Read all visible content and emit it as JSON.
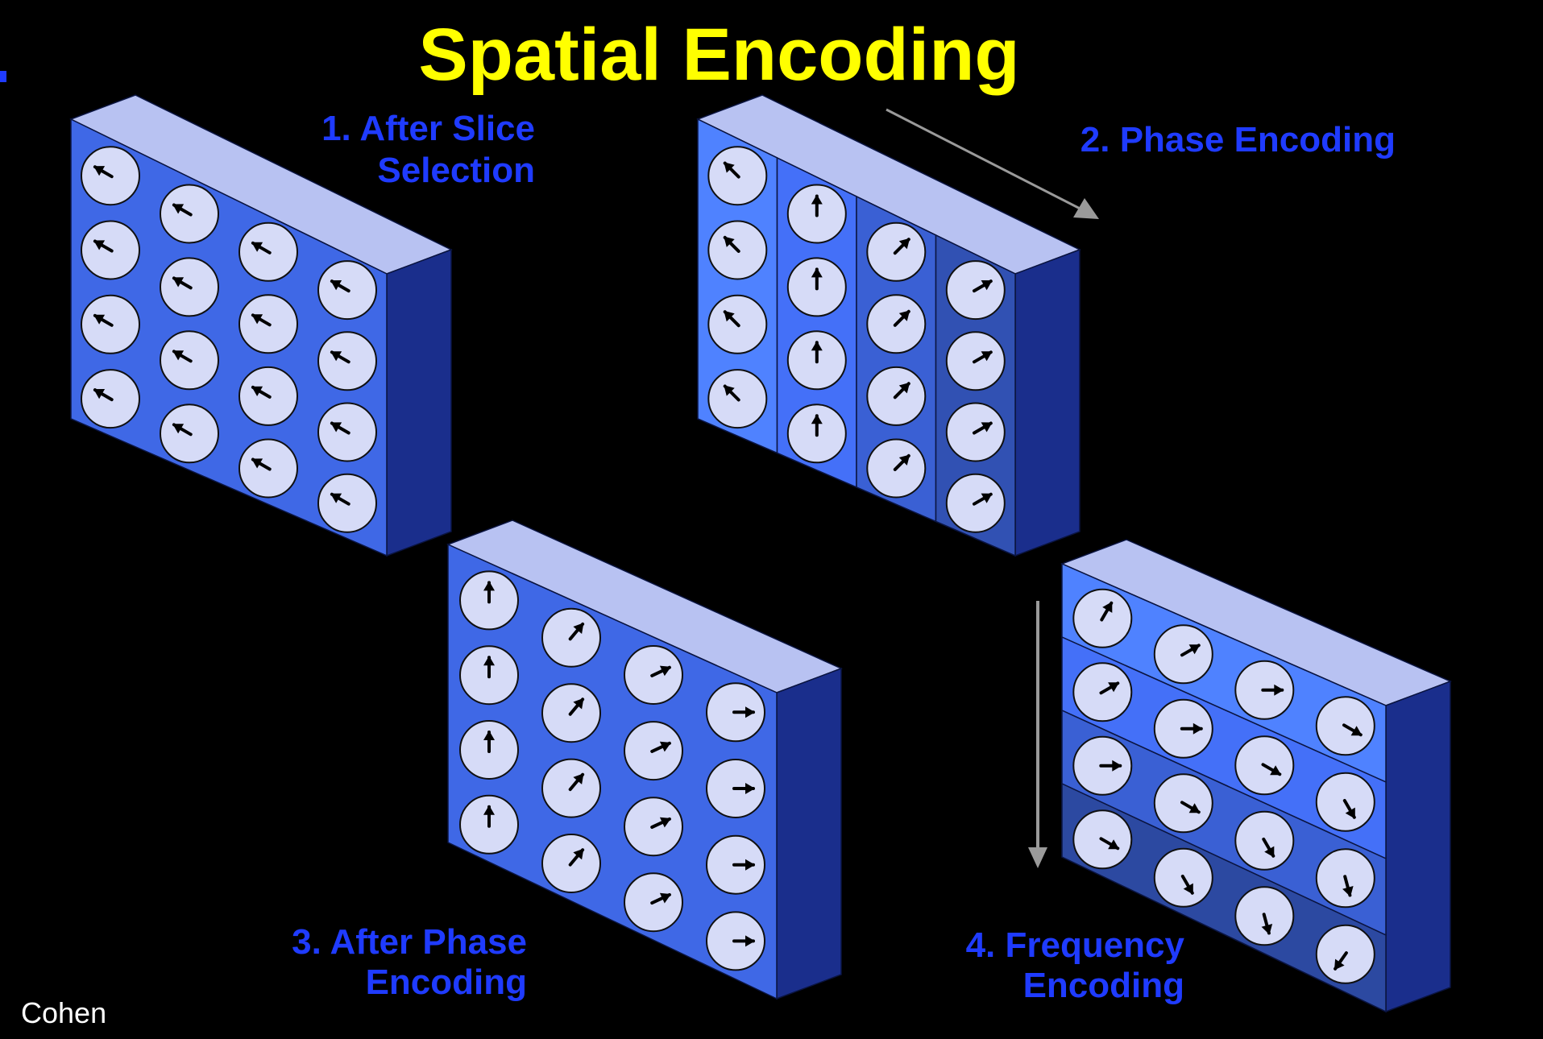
{
  "title": "Spatial Encoding",
  "credit": "Cohen",
  "colors": {
    "background": "#000000",
    "title": "#FFFF00",
    "label": "#1F3BFF",
    "block_top": "#B8C2F2",
    "block_front": "#3F68E6",
    "block_side": "#1A2E8C",
    "spin": "#D6DBF7",
    "arrow_line": "#9A9A9A",
    "credit": "#FFFFFF"
  },
  "panels": [
    {
      "id": "slice",
      "label_lines": [
        "1. After Slice",
        "Selection"
      ],
      "shading": "uniform",
      "angles": [
        [
          300,
          300,
          300,
          300
        ],
        [
          300,
          300,
          300,
          300
        ],
        [
          300,
          300,
          300,
          300
        ],
        [
          300,
          300,
          300,
          300
        ]
      ]
    },
    {
      "id": "phase",
      "label_lines": [
        "2. Phase Encoding"
      ],
      "shading": "columns",
      "angles": [
        [
          315,
          0,
          45,
          60
        ],
        [
          315,
          0,
          45,
          60
        ],
        [
          315,
          0,
          45,
          60
        ],
        [
          315,
          0,
          45,
          60
        ]
      ]
    },
    {
      "id": "after-phase",
      "label_lines": [
        "3. After Phase",
        "Encoding"
      ],
      "shading": "uniform",
      "angles": [
        [
          0,
          40,
          65,
          90
        ],
        [
          0,
          40,
          65,
          90
        ],
        [
          0,
          40,
          65,
          90
        ],
        [
          0,
          40,
          65,
          90
        ]
      ]
    },
    {
      "id": "frequency",
      "label_lines": [
        "4. Frequency",
        "Encoding"
      ],
      "shading": "rows",
      "angles": [
        [
          30,
          60,
          90,
          120
        ],
        [
          60,
          90,
          120,
          150
        ],
        [
          90,
          120,
          150,
          165
        ],
        [
          120,
          150,
          165,
          215
        ]
      ]
    }
  ]
}
